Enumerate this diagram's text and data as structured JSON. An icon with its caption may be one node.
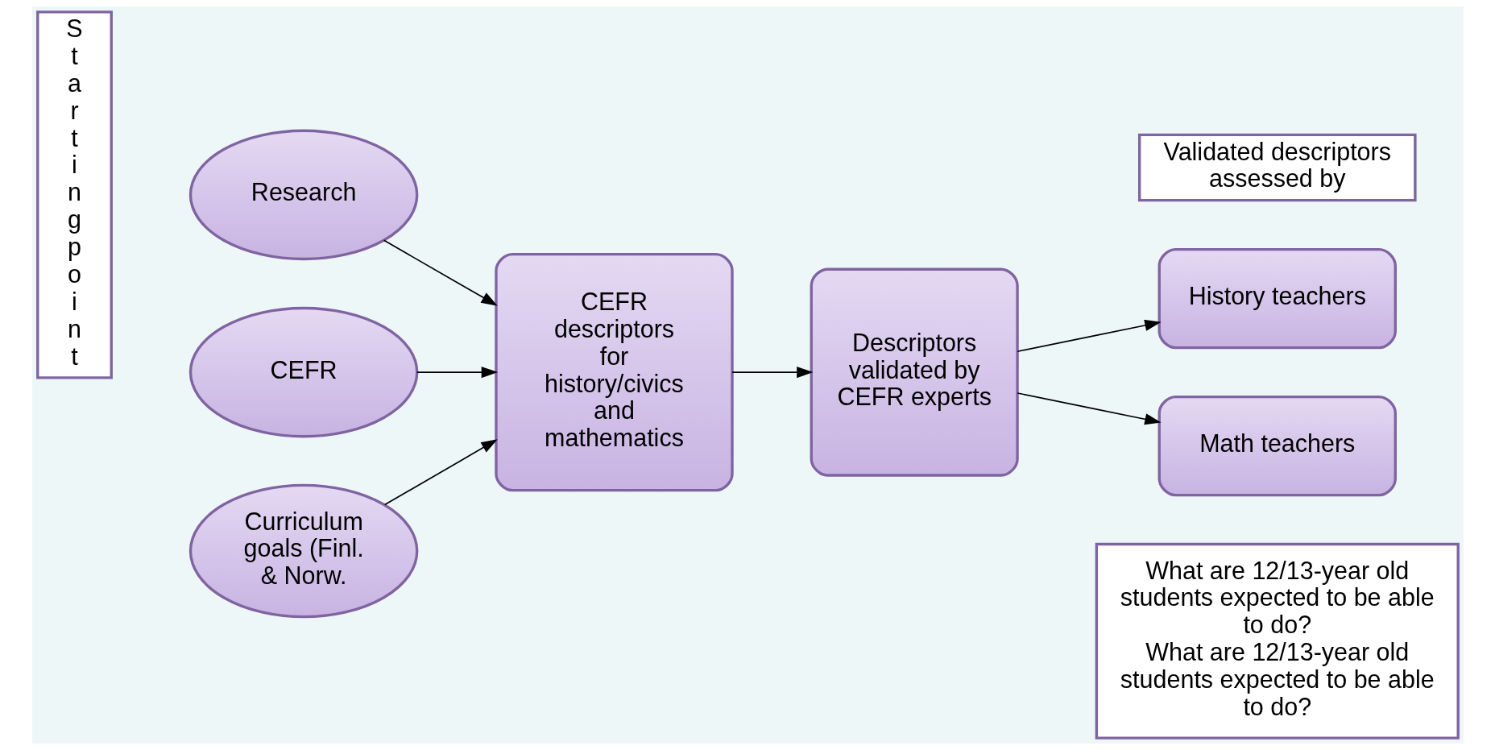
{
  "diagram": {
    "nodes": [
      {
        "text": [
          "Startingpoint"
        ]
      },
      {
        "text": [
          "CEFR"
        ]
      },
      {
        "text": [
          "Research"
        ]
      },
      {
        "text": [
          "Curriculum goals (Finl. & Norw."
        ]
      },
      {
        "text": [
          "CEFR descriptors for history/civics and mathematics"
        ]
      },
      {
        "text": [
          "Descriptors validated by CEFR experts"
        ]
      },
      {
        "text": [
          "Validated descriptors assessed by"
        ]
      },
      {
        "text": [
          "History teachers"
        ]
      },
      {
        "text": [
          "Math teachers"
        ]
      },
      {
        "text": [
          "What are 12/13-year old students expected to be able to do?",
          "What are 12/13-year old students expected to be able to do?"
        ]
      }
    ],
    "edges": [
      {
        "from": 1,
        "to": 4,
        "arrow": "to"
      },
      {
        "from": 2,
        "to": 4,
        "arrow": "to"
      },
      {
        "from": 3,
        "to": 4,
        "arrow": "to"
      },
      {
        "from": 4,
        "to": 5,
        "arrow": "to"
      },
      {
        "from": 5,
        "to": 7,
        "arrow": "to"
      },
      {
        "from": 5,
        "to": 8,
        "arrow": "to"
      }
    ]
  }
}
